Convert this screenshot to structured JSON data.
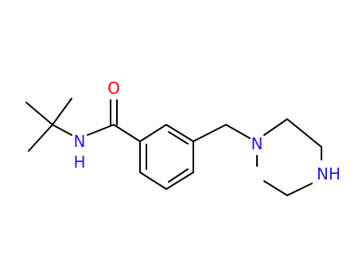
{
  "colors": {
    "bond": "#000000",
    "oxygen": "#ff0000",
    "nitrogen": "#1e1ed2",
    "background": "#ffffff"
  },
  "atoms": {
    "oxygen": "O",
    "amide_n": "N",
    "amide_h": "H",
    "pip_n1": "N",
    "pip_nh": "NH"
  }
}
